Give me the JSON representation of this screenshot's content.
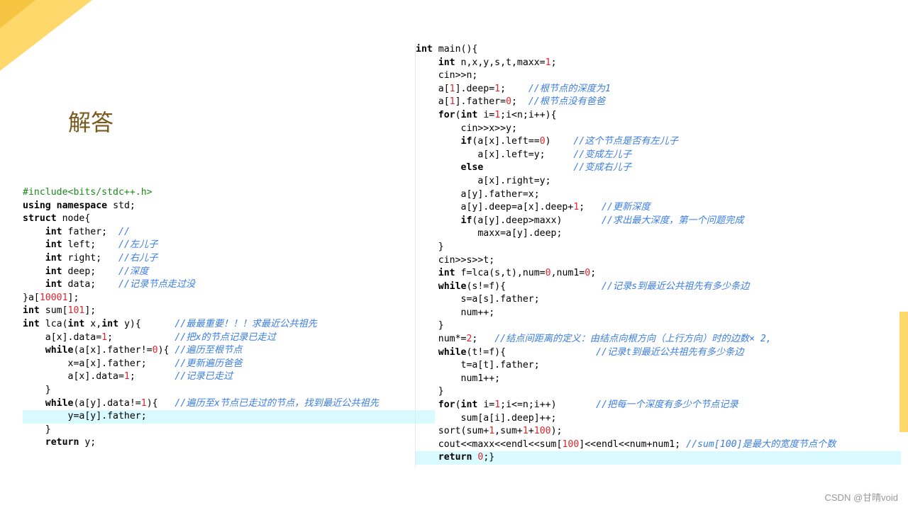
{
  "title": "解答",
  "watermark": "CSDN @甘晴void",
  "left_code": [
    "#include<bits/stdc++.h>",
    "using namespace std;",
    "struct node{",
    "    int father;  //",
    "    int left;    //左儿子",
    "    int right;   //右儿子",
    "    int deep;    //深度",
    "    int data;    //记录节点走过没",
    "}a[10001];",
    "int sum[101];",
    "int lca(int x,int y){      //最最重要！！！求最近公共祖先",
    "    a[x].data=1;           //把x的节点记录已走过",
    "    while(a[x].father!=0){ //遍历至根节点",
    "        x=a[x].father;     //更新遍历爸爸",
    "        a[x].data=1;       //记录已走过",
    "    }",
    "    while(a[y].data!=1){   //遍历至x节点已走过的节点，找到最近公共祖先",
    "        y=a[y].father;",
    "    }",
    "    return y;",
    "}"
  ],
  "right_code": [
    "int main(){",
    "    int n,x,y,s,t,maxx=1;",
    "    cin>>n;",
    "    a[1].deep=1;    //根节点的深度为1",
    "    a[1].father=0;  //根节点没有爸爸",
    "    for(int i=1;i<n;i++){",
    "        cin>>x>>y;",
    "        if(a[x].left==0)    //这个节点是否有左儿子",
    "           a[x].left=y;     //变成左儿子",
    "        else                //变成右儿子",
    "           a[x].right=y;",
    "        a[y].father=x;",
    "        a[y].deep=a[x].deep+1;   //更新深度",
    "        if(a[y].deep>maxx)       //求出最大深度，第一个问题完成",
    "           maxx=a[y].deep;",
    "    }",
    "    cin>>s>>t;",
    "    int f=lca(s,t),num=0,num1=0;",
    "    while(s!=f){                 //记录s到最近公共祖先有多少条边",
    "        s=a[s].father;",
    "        num++;",
    "    }",
    "    num*=2;   //结点间距离的定义：由结点向根方向（上行方向）时的边数× 2,",
    "    while(t!=f){                //记录t到最近公共祖先有多少条边",
    "        t=a[t].father;",
    "        num1++;",
    "    }",
    "    for(int i=1;i<=n;i++)       //把每一个深度有多少个节点记录",
    "        sum[a[i].deep]++;",
    "    sort(sum+1,sum+1+100);",
    "    cout<<maxx<<endl<<sum[100]<<endl<<num+num1; //sum[100]是最大的宽度节点个数",
    "    return 0;}"
  ],
  "colors": {
    "keyword": "#000000",
    "comment": "#3b7de0",
    "number": "#e0242c",
    "string": "#1a8a1a",
    "highlight": "#d9fbff",
    "title": "#7a5a1e",
    "accent": "#ffd86b"
  }
}
